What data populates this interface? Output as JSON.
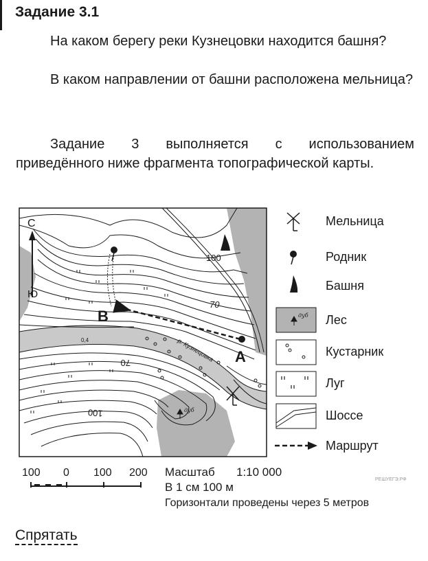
{
  "task": {
    "title": "Задание 3.1",
    "question_1": "На каком берегу реки Кузнецовки находится башня?",
    "question_2": "В каком направлении от башни расположена мельница?",
    "instruction": "Задание 3 выполняется с использованием приведённого ниже фрагмента топографической карты."
  },
  "map": {
    "north_label": "С",
    "south_label": "Ю",
    "point_a": "А",
    "point_b": "В",
    "contour_100_top": "100",
    "contour_70_top": "70",
    "contour_70_bottom": "70",
    "contour_100_bottom": "100",
    "river_label": "р. Кузнецовка",
    "flow_label": "0,4",
    "forest_label": "дуб",
    "legend_forest_label": "дуб",
    "watermark": "РЕШУЕГЭ.РФ"
  },
  "legend": {
    "mill": "Мельница",
    "spring": "Родник",
    "tower": "Башня",
    "forest": "Лес",
    "bushes": "Кустарник",
    "meadow": "Луг",
    "highway": "Шоссе",
    "route": "Маршрут"
  },
  "scale": {
    "tick_100_left": "100",
    "tick_0": "0",
    "tick_100": "100",
    "tick_200": "200",
    "title": "Масштаб",
    "ratio": "1:10 000",
    "unit": "В 1 см 100 м",
    "contour_note": "Горизонтали проведены через 5 метров"
  },
  "controls": {
    "hide_label": "Спрятать"
  },
  "colors": {
    "forest": "#b3b3b3",
    "ink": "#1a1a1a",
    "river": "#c9c9c9"
  }
}
